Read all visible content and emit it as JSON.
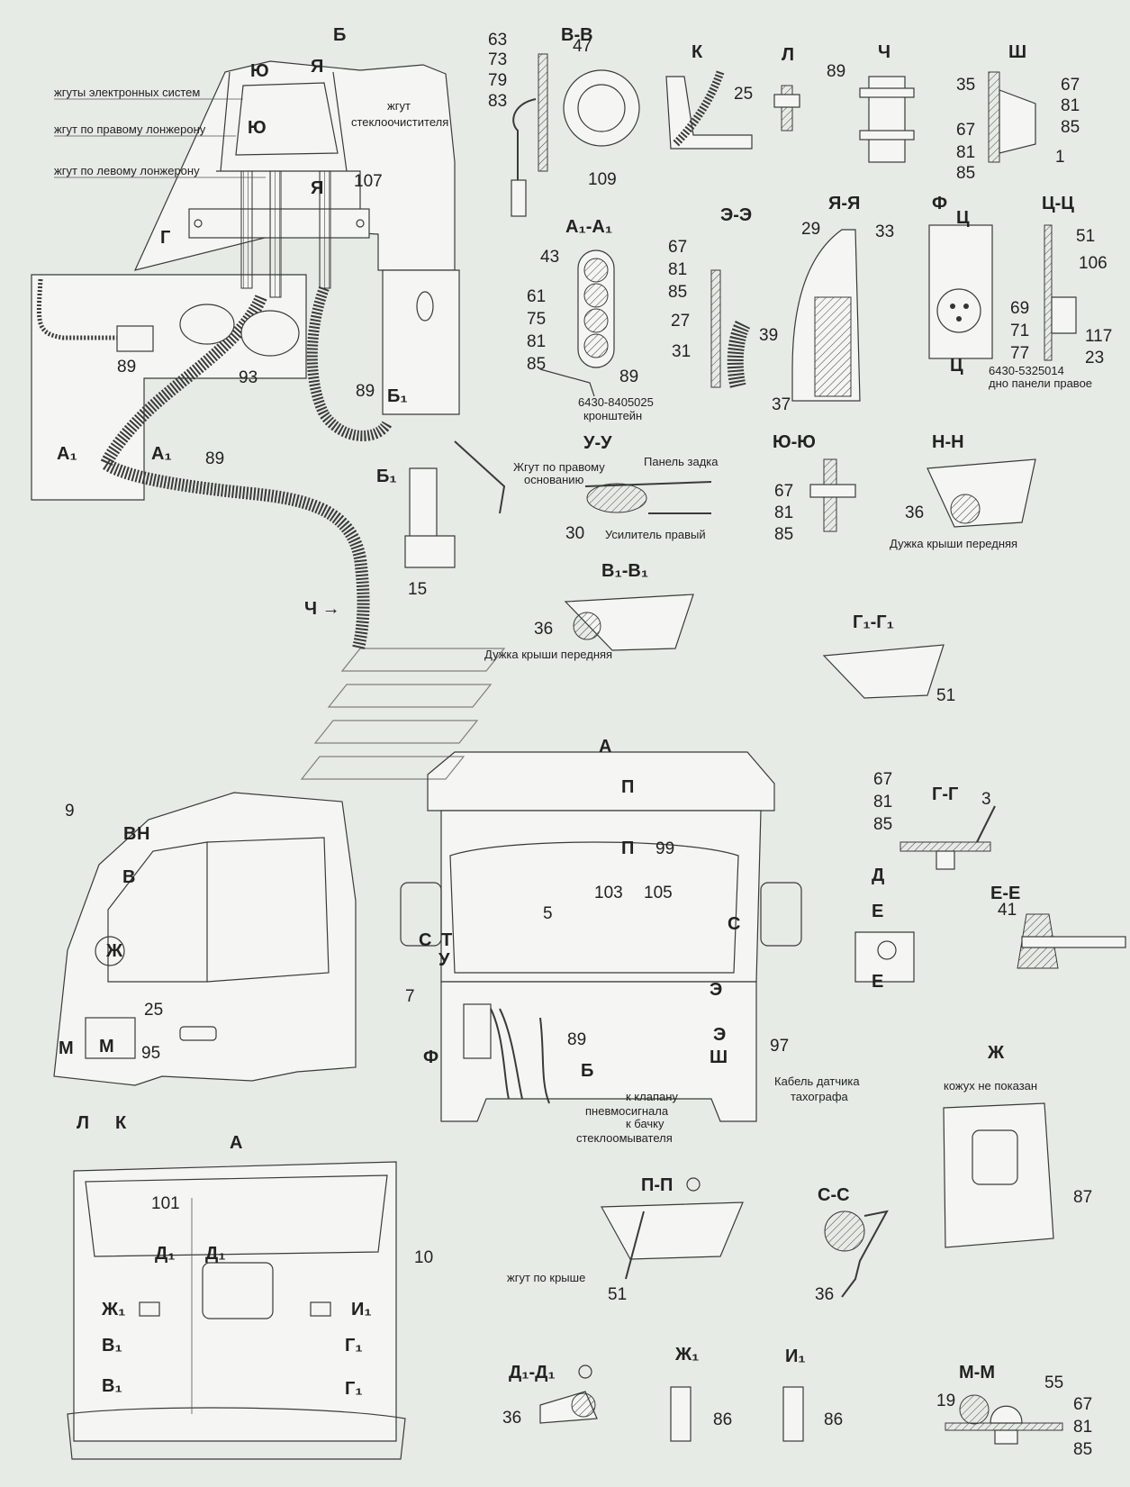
{
  "view_titles": {
    "B": "Б",
    "A": "А",
    "VV": "В-В",
    "K": "К",
    "L": "Л",
    "Ch": "Ч",
    "Sh": "Ш",
    "A1A1": "А₁-А₁",
    "EE3": "Э-Э",
    "YaYa": "Я-Я",
    "F": "Ф",
    "TsTs": "Ц-Ц",
    "UU": "У-У",
    "YuYu": "Ю-Ю",
    "NN": "Н-Н",
    "V1V1": "В₁-В₁",
    "G1G1": "Г₁-Г₁",
    "GG": "Г-Г",
    "D": "Д",
    "EE": "Е-Е",
    "Zh": "Ж",
    "PP": "П-П",
    "SS": "С-С",
    "D1D1": "Д₁-Д₁",
    "Zh1": "Ж₁",
    "I1": "И₁",
    "MM": "М-М"
  },
  "notes": {
    "harness_electronic": "жгуты электронных систем",
    "harness_right_rail": "жгут по правому лонжерону",
    "harness_left_rail": "жгут по левому лонжерону",
    "wiper_harness_1": "жгут",
    "wiper_harness_2": "стеклоочистителя",
    "bracket_code": "6430-8405025",
    "bracket": "кронштейн",
    "panel_code": "6430-5325014",
    "panel_bottom_right": "дно панели правое",
    "harness_right_base_1": "Жгут по правому",
    "harness_right_base_2": "основанию",
    "rear_panel": "Панель задка",
    "right_reinforcement": "Усилитель правый",
    "front_roof_bow": "Дужка крыши передняя",
    "front_roof_bow_2": "Дужка крыши передняя",
    "front_roof_bow_3": "Дужка крыши передняя",
    "to_valve_1": "к клапану",
    "to_valve_2": "пневмосигнала",
    "to_washer_1": "к бачку",
    "to_washer_2": "стеклоомывателя",
    "tacho_cable_1": "Кабель датчика",
    "tacho_cable_2": "тахографа",
    "roof_harness": "жгут по крыше",
    "casing_not_shown": "кожух не показан"
  },
  "section_marks": {
    "Yu": "Ю",
    "Ya": "Я",
    "G": "Г",
    "A1": "А₁",
    "B1": "Б₁",
    "Ch_arrow": "Ч →",
    "P": "П",
    "S": "С",
    "T": "Т",
    "U": "У",
    "E3": "Э",
    "F": "Ф",
    "Sh": "Ш",
    "V": "В",
    "N": "Н",
    "Zh": "Ж",
    "M": "М",
    "L": "Л",
    "K": "К",
    "D1": "Д₁",
    "Zh1": "Ж₁",
    "I1": "И₁",
    "V1": "В₁",
    "G1": "Г₁",
    "E": "Е",
    "Ts": "Ц",
    "B_label": "Б",
    "A_label": "А"
  },
  "callouts": {
    "n1": "1",
    "n3": "3",
    "n5": "5",
    "n7": "7",
    "n9": "9",
    "n10": "10",
    "n15": "15",
    "n19": "19",
    "n23": "23",
    "n25": "25",
    "n27": "27",
    "n29": "29",
    "n30": "30",
    "n31": "31",
    "n33": "33",
    "n35": "35",
    "n36": "36",
    "n37": "37",
    "n39": "39",
    "n41": "41",
    "n43": "43",
    "n47": "47",
    "n51": "51",
    "n55": "55",
    "n61": "61",
    "n63": "63",
    "n67": "67",
    "n69": "69",
    "n71": "71",
    "n73": "73",
    "n75": "75",
    "n77": "77",
    "n79": "79",
    "n81": "81",
    "n83": "83",
    "n85": "85",
    "n86": "86",
    "n87": "87",
    "n89": "89",
    "n93": "93",
    "n95": "95",
    "n97": "97",
    "n99": "99",
    "n101": "101",
    "n103": "103",
    "n105": "105",
    "n106": "106",
    "n107": "107",
    "n109": "109",
    "n117": "117"
  }
}
